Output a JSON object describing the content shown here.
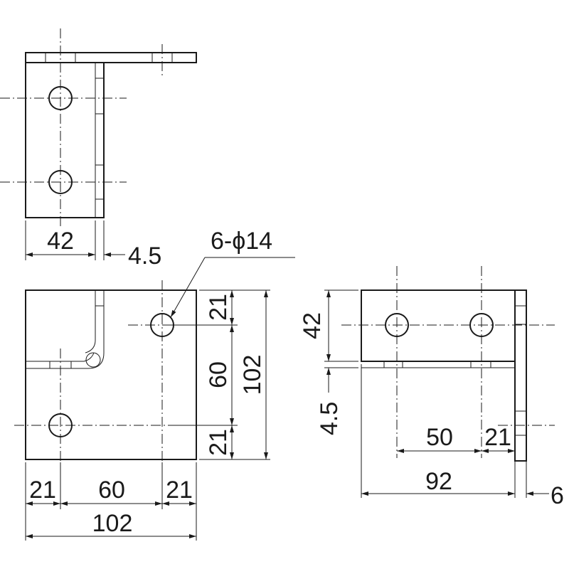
{
  "colors": {
    "line": "#1a1a1a",
    "background": "#ffffff"
  },
  "top_view": {
    "width": "42",
    "thickness": "4.5"
  },
  "front_view": {
    "hole_callout": "6-ϕ14",
    "horizontal": {
      "left": "21",
      "middle": "60",
      "right": "21",
      "total": "102"
    },
    "vertical": {
      "top": "21",
      "middle": "60",
      "bottom": "21",
      "total": "102"
    }
  },
  "side_view": {
    "height": "42",
    "thickness": "4.5",
    "pitch": "50",
    "edge": "21",
    "length": "92",
    "plate": "6"
  }
}
